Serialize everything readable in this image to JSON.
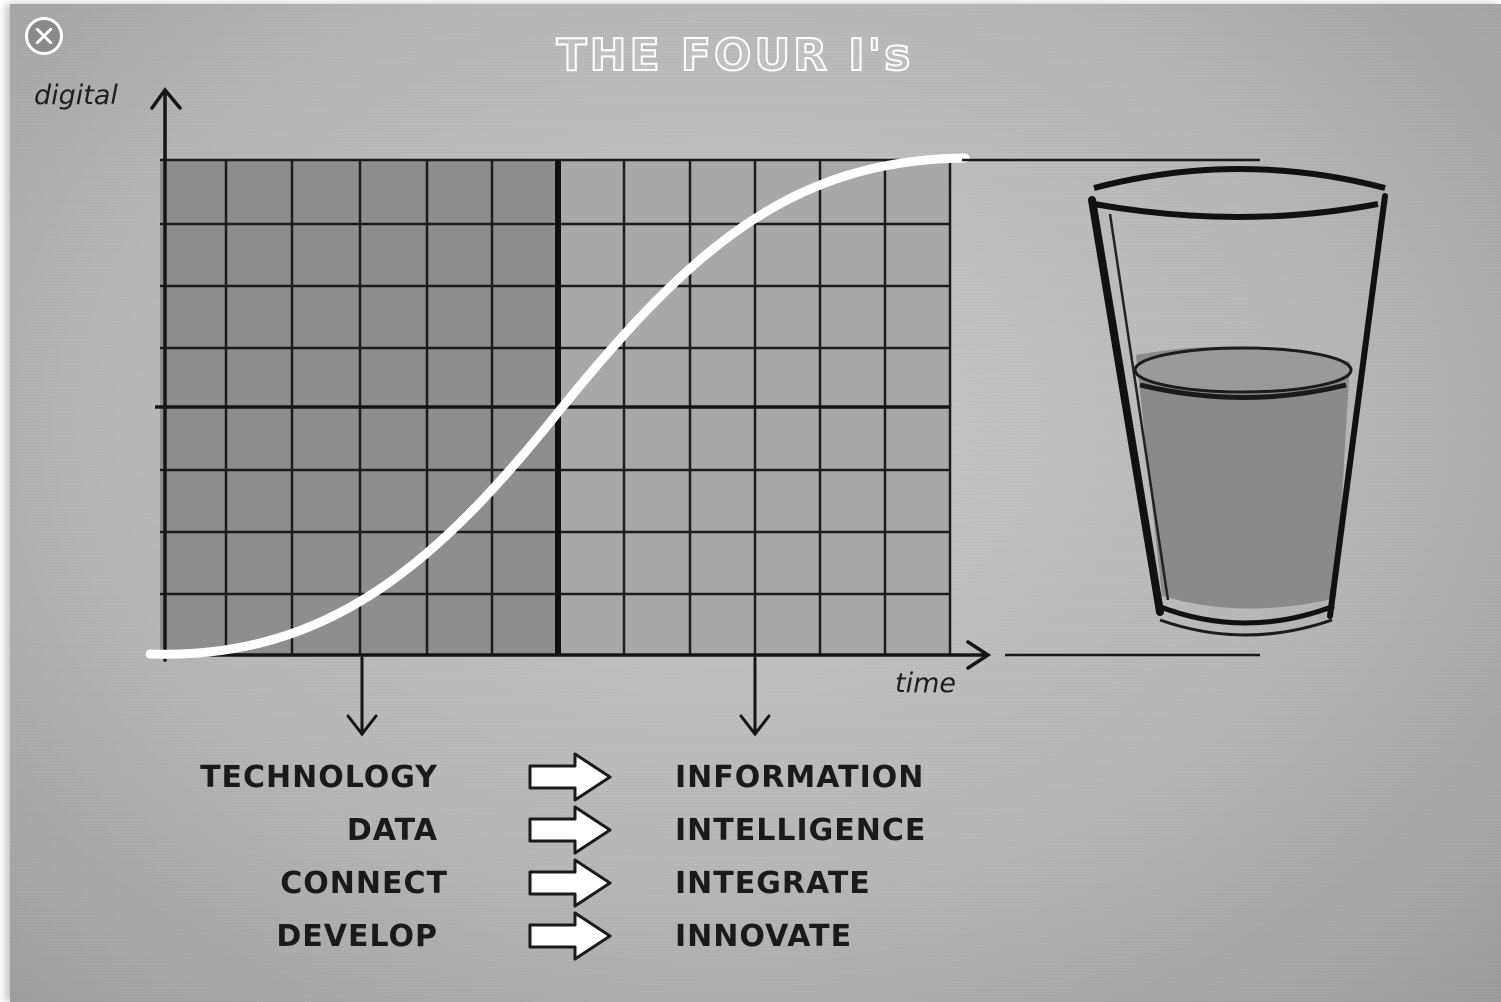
{
  "title": "THE FOUR I's",
  "close_icon": "close-icon",
  "y_axis_label": "digital",
  "x_axis_label": "time",
  "mappings": [
    {
      "from": "TECHNOLOGY",
      "to": "INFORMATION"
    },
    {
      "from": "DATA",
      "to": "INTELLIGENCE"
    },
    {
      "from": "CONNECT",
      "to": "INTEGRATE"
    },
    {
      "from": "DEVELOP",
      "to": "INNOVATE"
    }
  ],
  "glass_fill_level": 0.5,
  "colors": {
    "board": "#bfbfbf",
    "left_zone": "#8e8e8e",
    "right_zone": "#a9a9a9",
    "curve": "#ffffff",
    "ink": "#1a1a1a",
    "liquid": "#8a8a8a"
  }
}
